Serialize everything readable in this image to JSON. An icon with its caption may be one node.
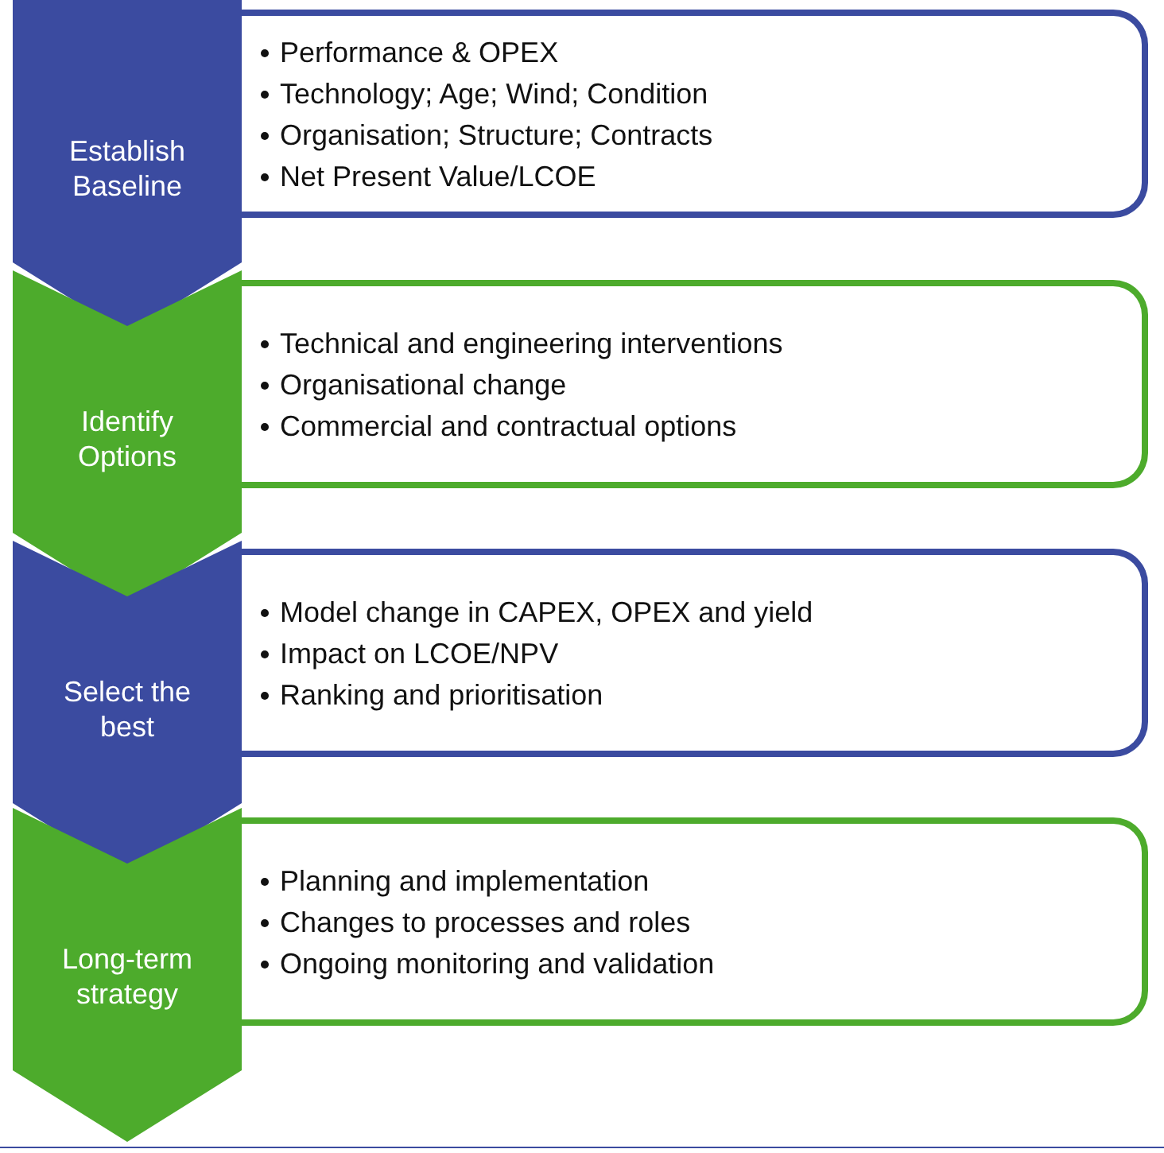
{
  "diagram": {
    "nodes": [
      {
        "text": [
          "Establish Baseline"
        ]
      },
      {
        "text": [
          "Performance & OPEX",
          "Technology; Age; Wind; Condition",
          "Organisation; Structure; Contracts",
          "Net Present Value/LCOE"
        ]
      },
      {
        "text": [
          "Identify Options"
        ]
      },
      {
        "text": [
          "Technical and engineering interventions",
          "Organisational change",
          "Commercial and contractual options"
        ]
      },
      {
        "text": [
          "Select the best"
        ]
      },
      {
        "text": [
          "Model change in CAPEX, OPEX and yield",
          "Impact on LCOE/NPV",
          "Ranking and prioritisation"
        ]
      },
      {
        "text": [
          "Long-term strategy"
        ]
      },
      {
        "text": [
          "Planning and implementation",
          "Changes to processes and roles",
          "Ongoing monitoring and validation"
        ]
      }
    ]
  }
}
